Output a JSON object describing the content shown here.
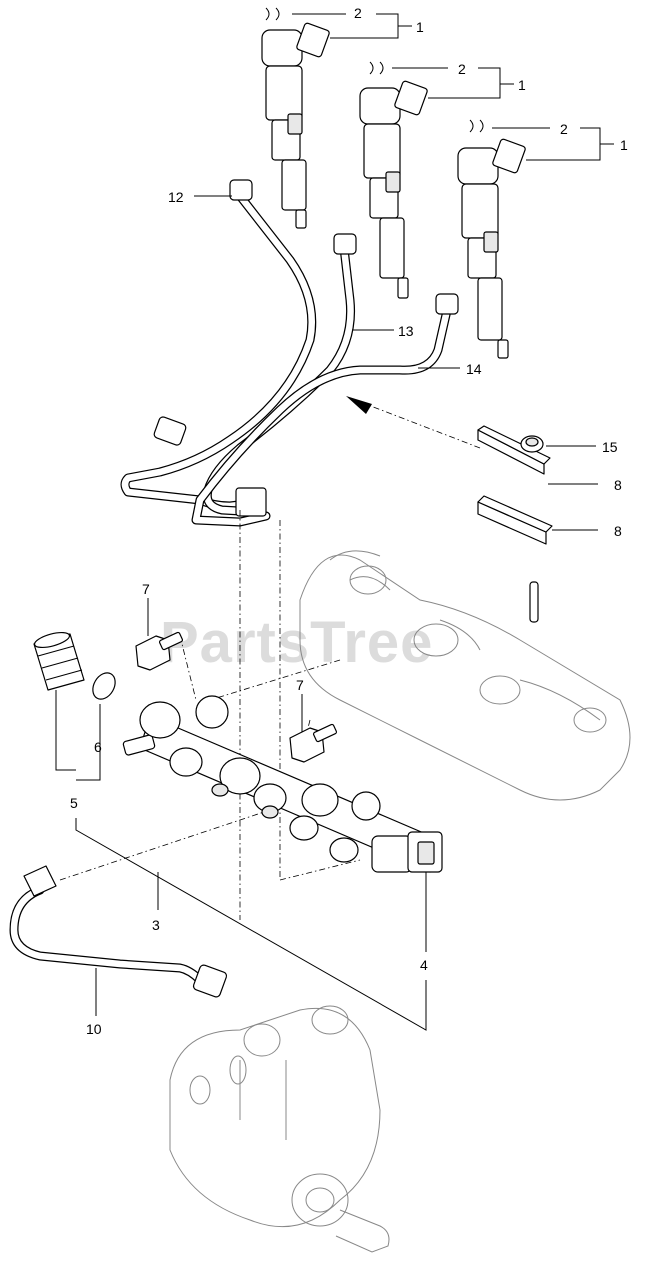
{
  "watermark": "PartsTree",
  "callouts": {
    "c1a": "1",
    "c1b": "1",
    "c1c": "1",
    "c2a": "2",
    "c2b": "2",
    "c2c": "2",
    "c3": "3",
    "c4": "4",
    "c5": "5",
    "c6": "6",
    "c7a": "7",
    "c7b": "7",
    "c8a": "8",
    "c8b": "8",
    "c10": "10",
    "c12": "12",
    "c13": "13",
    "c14": "14",
    "c15": "15"
  }
}
